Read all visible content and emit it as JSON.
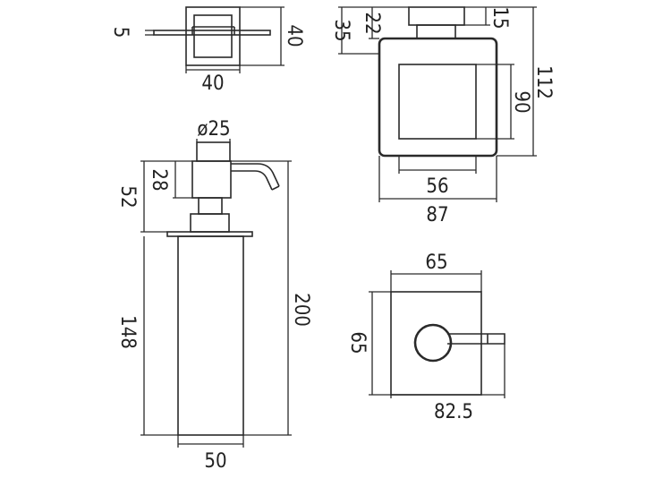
{
  "labels": {
    "top_left_5": "5",
    "top_left_40_width": "40",
    "top_left_40_height": "40",
    "top_right_35": "35",
    "top_right_22": "22",
    "top_right_15": "15",
    "top_right_90": "90",
    "top_right_112": "112",
    "top_right_56": "56",
    "top_right_87": "87",
    "dispenser_diameter": "ø25",
    "dispenser_28": "28",
    "dispenser_52": "52",
    "dispenser_148": "148",
    "dispenser_200": "200",
    "dispenser_50": "50",
    "bottom_right_65_width": "65",
    "bottom_right_65_height": "65",
    "bottom_right_82_5": "82.5"
  }
}
